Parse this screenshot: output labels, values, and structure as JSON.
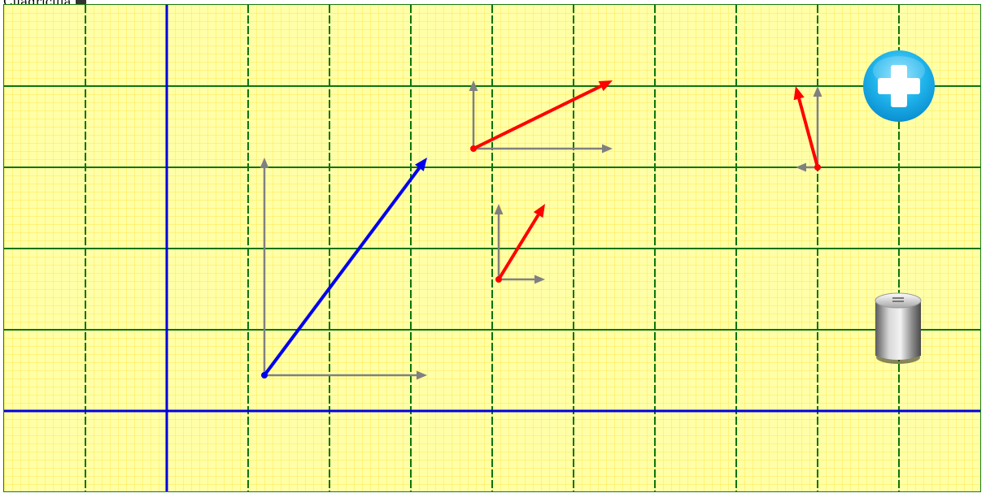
{
  "header": {
    "label": "Cuadrícula"
  },
  "tools": {
    "add": "plus-icon",
    "delete": "trash-icon"
  },
  "colors": {
    "paper": "#ffffa8",
    "fine_grid": "#ffe94a",
    "major_grid": "#0b740b",
    "axes": "#0000dd",
    "main_vector": "#0000ee",
    "red_vector": "#ff0000",
    "component": "#808080"
  },
  "vectors": [
    {
      "kind": "main",
      "origin": [
        1.2,
        0.44
      ],
      "tip": [
        3.2,
        3.12
      ]
    },
    {
      "kind": "red",
      "origin": [
        3.77,
        3.23
      ],
      "tip": [
        5.48,
        4.07
      ]
    },
    {
      "kind": "red",
      "origin": [
        4.08,
        1.62
      ],
      "tip": [
        4.65,
        2.55
      ]
    },
    {
      "kind": "red",
      "origin": [
        8.0,
        3.0
      ],
      "tip": [
        7.73,
        4.0
      ]
    }
  ]
}
